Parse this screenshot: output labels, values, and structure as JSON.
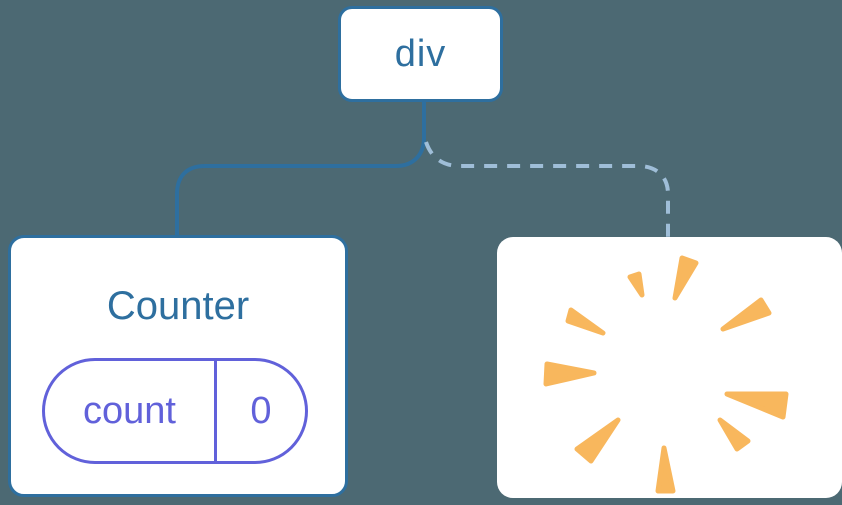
{
  "diagram": {
    "root_node": {
      "label": "div"
    },
    "counter_node": {
      "title": "Counter",
      "state_pill": {
        "name": "count",
        "value": "0"
      }
    },
    "removed_node": {
      "icon": "poof-icon"
    },
    "edges": [
      {
        "from": "div",
        "to": "Counter",
        "style": "solid"
      },
      {
        "from": "div",
        "to": "removed",
        "style": "dashed"
      }
    ]
  },
  "colors": {
    "background": "#4C6973",
    "node_blue": "#2E6F9F",
    "dashed_blue": "#9FBED8",
    "state_purple": "#6161DA",
    "poof_orange": "#F8B75D",
    "box_white": "#FFFFFF"
  }
}
